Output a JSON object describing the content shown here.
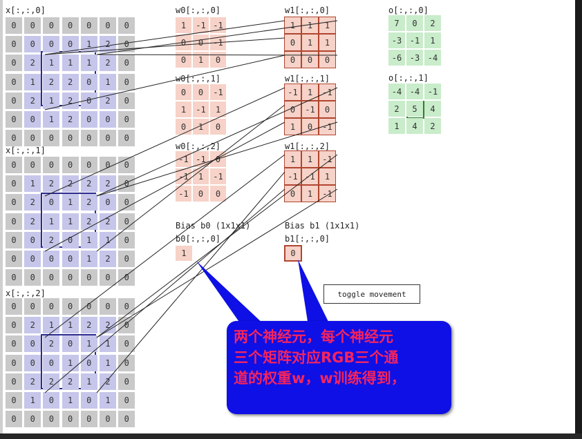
{
  "labels": {
    "x0": "x[:,:,0]",
    "x1": "x[:,:,1]",
    "x2": "x[:,:,2]",
    "w00": "w0[:,:,0]",
    "w01": "w0[:,:,1]",
    "w02": "w0[:,:,2]",
    "w10": "w1[:,:,0]",
    "w11": "w1[:,:,1]",
    "w12": "w1[:,:,2]",
    "o0": "o[:,:,0]",
    "o1": "o[:,:,1]",
    "bias0_title": "Bias b0 (1x1x1)",
    "bias0_label": "b0[:,:,0]",
    "bias1_title": "Bias b1 (1x1x1)",
    "bias1_label": "b1[:,:,0]"
  },
  "x0": [
    [
      0,
      0,
      0,
      0,
      0,
      0,
      0
    ],
    [
      0,
      0,
      0,
      0,
      1,
      2,
      0
    ],
    [
      0,
      2,
      1,
      1,
      1,
      2,
      0
    ],
    [
      0,
      1,
      2,
      2,
      0,
      1,
      0
    ],
    [
      0,
      2,
      1,
      2,
      0,
      2,
      0
    ],
    [
      0,
      0,
      1,
      2,
      0,
      0,
      0
    ],
    [
      0,
      0,
      0,
      0,
      0,
      0,
      0
    ]
  ],
  "x1": [
    [
      0,
      0,
      0,
      0,
      0,
      0,
      0
    ],
    [
      0,
      1,
      2,
      2,
      2,
      2,
      0
    ],
    [
      0,
      2,
      0,
      1,
      2,
      0,
      0
    ],
    [
      0,
      2,
      1,
      1,
      2,
      2,
      0
    ],
    [
      0,
      0,
      2,
      0,
      1,
      1,
      0
    ],
    [
      0,
      0,
      0,
      0,
      1,
      2,
      0
    ],
    [
      0,
      0,
      0,
      0,
      0,
      0,
      0
    ]
  ],
  "x2": [
    [
      0,
      0,
      0,
      0,
      0,
      0,
      0
    ],
    [
      0,
      2,
      1,
      1,
      2,
      2,
      0
    ],
    [
      0,
      0,
      2,
      0,
      1,
      1,
      0
    ],
    [
      0,
      0,
      0,
      1,
      0,
      1,
      0
    ],
    [
      0,
      2,
      2,
      2,
      1,
      2,
      0
    ],
    [
      0,
      1,
      0,
      1,
      0,
      1,
      0
    ],
    [
      0,
      0,
      0,
      0,
      0,
      0,
      0
    ]
  ],
  "w0": [
    [
      [
        "1",
        "-1",
        "-1"
      ],
      [
        "0",
        "0",
        "-1"
      ],
      [
        "0",
        "1",
        "0"
      ]
    ],
    [
      [
        "0",
        "0",
        "-1"
      ],
      [
        "1",
        "-1",
        "1"
      ],
      [
        "0",
        "1",
        "0"
      ]
    ],
    [
      [
        "-1",
        "-1",
        "0"
      ],
      [
        "-1",
        "1",
        "-1"
      ],
      [
        "-1",
        "0",
        "0"
      ]
    ]
  ],
  "w1": [
    [
      [
        "1",
        "1",
        "1"
      ],
      [
        "0",
        "1",
        "1"
      ],
      [
        "0",
        "0",
        "0"
      ]
    ],
    [
      [
        "-1",
        "1",
        "-1"
      ],
      [
        "0",
        "-1",
        "0"
      ],
      [
        "1",
        "0",
        "-1"
      ]
    ],
    [
      [
        "1",
        "1",
        "-1"
      ],
      [
        "-1",
        "-1",
        "1"
      ],
      [
        "0",
        "1",
        "-1"
      ]
    ]
  ],
  "o": [
    [
      [
        "7",
        "0",
        "2"
      ],
      [
        "-3",
        "-1",
        "1"
      ],
      [
        "-6",
        "-3",
        "-4"
      ]
    ],
    [
      [
        "-4",
        "-4",
        "-1"
      ],
      [
        "2",
        "5",
        "4"
      ],
      [
        "1",
        "4",
        "2"
      ]
    ]
  ],
  "b0": "1",
  "b1": "0",
  "toggle_button": "toggle movement",
  "callout_lines": [
    "两个神经元，每个神经元",
    "三个矩阵对应RGB三个通",
    "道的权重w，w训练得到，"
  ],
  "colors": {
    "input_cell": "#c9c9c9",
    "input_inner": "#c6c6ea",
    "weight_cell": "#f6d2c8",
    "output_cell": "#c9ecca",
    "highlight_input": "#2b2b8f",
    "highlight_weight": "#b0452e",
    "highlight_output": "#2e7d32",
    "callout_bg": "#0e10e6",
    "callout_text": "#f5245e"
  }
}
